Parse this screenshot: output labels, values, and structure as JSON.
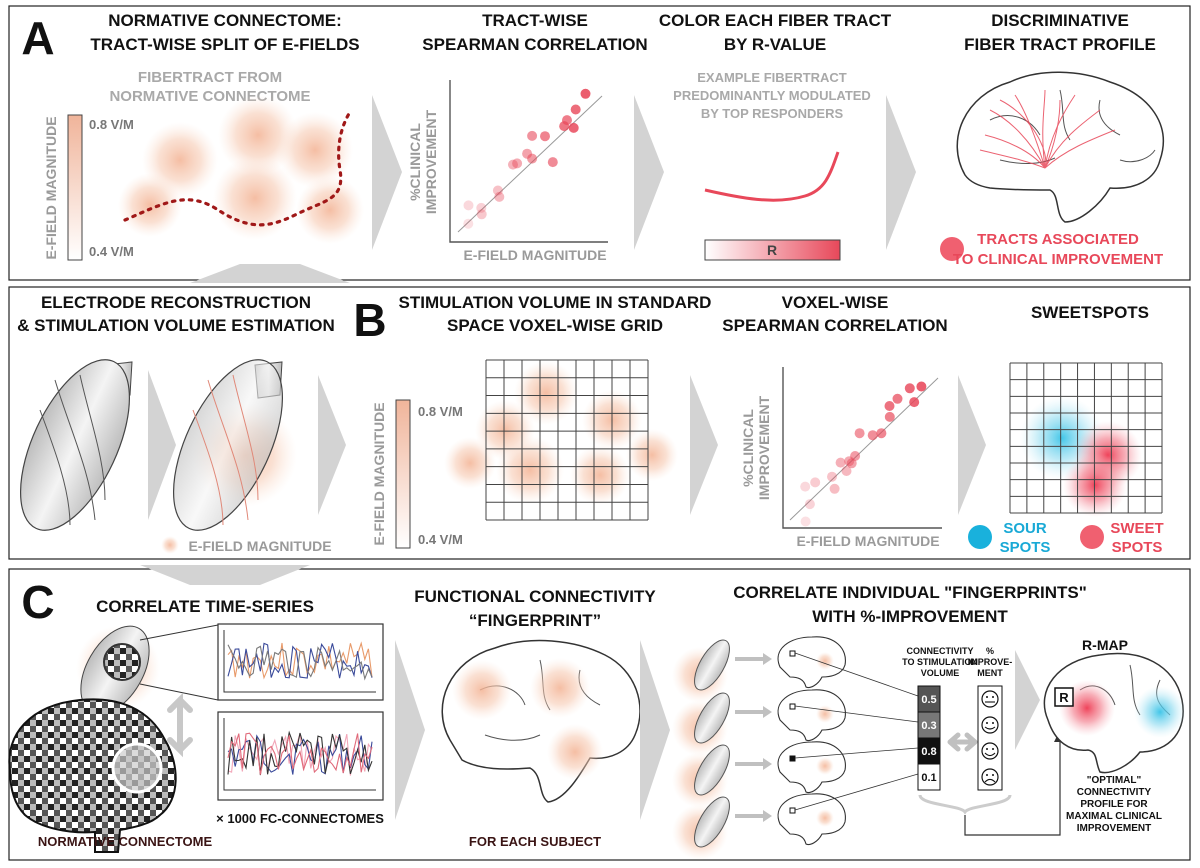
{
  "panels": {
    "a": {
      "letter": "A",
      "step1": {
        "title_l1": "NORMATIVE CONNECTOME:",
        "title_l2": "TRACT-WISE SPLIT OF E-FIELDS",
        "sub_l1": "FIBERTRACT FROM",
        "sub_l2": "NORMATIVE CONNECTOME",
        "scale_axis": "E-FIELD MAGNITUDE",
        "scale_max": "0.8 V/M",
        "scale_min": "0.4 V/M"
      },
      "step2": {
        "title_l1": "TRACT-WISE",
        "title_l2": "SPEARMAN CORRELATION",
        "ylabel_l1": "%CLINICAL",
        "ylabel_l2": "IMPROVEMENT",
        "xlabel": "E-FIELD MAGNITUDE"
      },
      "step3": {
        "title_l1": "COLOR EACH FIBER TRACT",
        "title_l2": "BY R-VALUE",
        "sub_l1": "EXAMPLE FIBERTRACT",
        "sub_l2": "PREDOMINANTLY MODULATED",
        "sub_l3": "BY TOP RESPONDERS",
        "colorbar_label": "R"
      },
      "step4": {
        "title_l1": "DISCRIMINATIVE",
        "title_l2": "FIBER TRACT PROFILE",
        "legend_l1": "TRACTS ASSOCIATED",
        "legend_l2": "TO CLINICAL IMPROVEMENT"
      }
    },
    "b": {
      "letter": "B",
      "step0": {
        "title_l1": "ELECTRODE RECONSTRUCTION",
        "title_l2": "& STIMULATION VOLUME ESTIMATION",
        "legend": "E-FIELD MAGNITUDE"
      },
      "step1": {
        "title_l1": "STIMULATION VOLUME IN STANDARD",
        "title_l2": "SPACE VOXEL-WISE GRID",
        "scale_axis": "E-FIELD MAGNITUDE",
        "scale_max": "0.8 V/M",
        "scale_min": "0.4 V/M"
      },
      "step2": {
        "title_l1": "VOXEL-WISE",
        "title_l2": "SPEARMAN CORRELATION",
        "ylabel_l1": "%CLINICAL",
        "ylabel_l2": "IMPROVEMENT",
        "xlabel": "E-FIELD MAGNITUDE"
      },
      "step3": {
        "title": "SWEETSPOTS",
        "sour_l1": "SOUR",
        "sour_l2": "SPOTS",
        "sweet_l1": "SWEET",
        "sweet_l2": "SPOTS"
      }
    },
    "c": {
      "letter": "C",
      "step1": {
        "title": "CORRELATE TIME-SERIES",
        "fc_label": "× 1000 FC-CONNECTOMES",
        "bottom": "NORMATIVE CONNECTOME"
      },
      "step2": {
        "title_l1": "FUNCTIONAL  CONNECTIVITY",
        "title_l2": "“FINGERPRINT”",
        "bottom": "FOR EACH SUBJECT"
      },
      "step3": {
        "title_l1": "CORRELATE INDIVIDUAL \"FINGERPRINTS\"",
        "title_l2": "WITH %-IMPROVEMENT",
        "conn_l1": "CONNECTIVITY",
        "conn_l2": "TO STIMULATION",
        "conn_l3": "VOLUME",
        "imp_l1": "%",
        "imp_l2": "IMPROVE-",
        "imp_l3": "MENT",
        "values": [
          "0.5",
          "0.3",
          "0.8",
          "0.1"
        ],
        "rmap": "R-MAP",
        "rbox": "R",
        "opt_l1": "\"OPTIMAL\"",
        "opt_l2": "CONNECTIVITY",
        "opt_l3": "PROFILE FOR",
        "opt_l4": "MAXIMAL CLINICAL",
        "opt_l5": "IMPROVEMENT"
      }
    }
  },
  "colors": {
    "accent_red": "#e8485a",
    "accent_blue": "#19a9d6",
    "dark_red": "#a01818",
    "peach": "#f0a888"
  }
}
